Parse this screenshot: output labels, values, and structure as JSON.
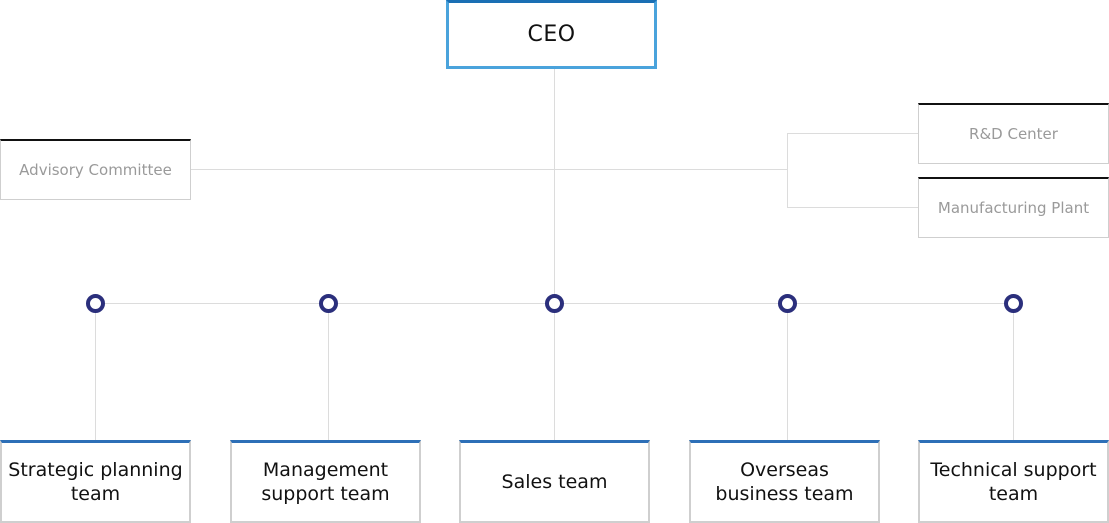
{
  "ceo": {
    "label": "CEO"
  },
  "advisory": {
    "label": "Advisory Committee"
  },
  "right_units": [
    {
      "label": "R&D Center"
    },
    {
      "label": "Manufacturing Plant"
    }
  ],
  "teams": [
    {
      "label": "Strategic planning team"
    },
    {
      "label": "Management support team"
    },
    {
      "label": "Sales team"
    },
    {
      "label": "Overseas business team"
    },
    {
      "label": "Technical support team"
    }
  ],
  "colors": {
    "ceo_border": "#4aa3dc",
    "team_accent": "#2d6fb7",
    "node": "#2b2f7c",
    "connector": "#dcdcdc"
  }
}
